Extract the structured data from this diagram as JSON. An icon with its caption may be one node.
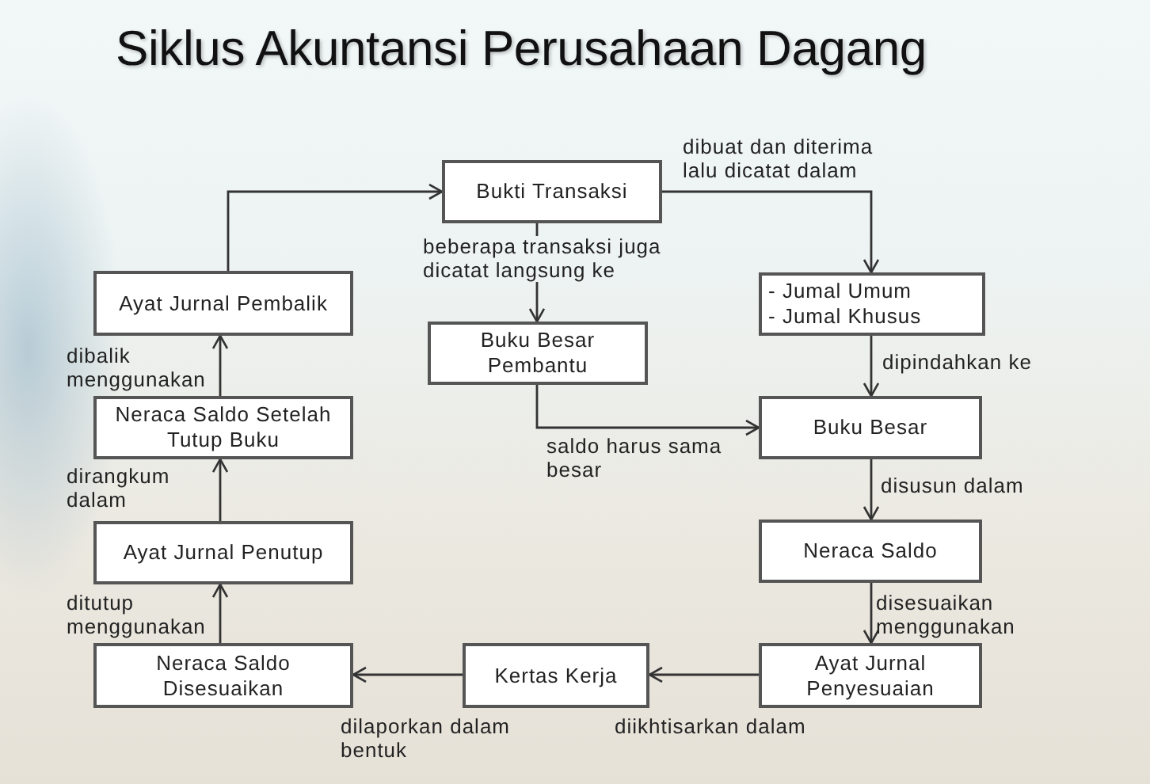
{
  "diagram": {
    "title": "Siklus Akuntansi Perusahaan Dagang",
    "nodes": [
      {
        "text": [
          "Bukti Transaksi"
        ]
      },
      {
        "text": [
          "- Jumal Umum",
          "- Jumal Khusus"
        ]
      },
      {
        "text": [
          "Buku Besar Pembantu"
        ]
      },
      {
        "text": [
          "Buku Besar"
        ]
      },
      {
        "text": [
          "Neraca Saldo"
        ]
      },
      {
        "text": [
          "Ayat Jurnal Penyesuaian"
        ]
      },
      {
        "text": [
          "Kertas Kerja"
        ]
      },
      {
        "text": [
          "Neraca Saldo Disesuaikan"
        ]
      },
      {
        "text": [
          "Ayat Jurnal Penutup"
        ]
      },
      {
        "text": [
          "Neraca Saldo Setelah Tutup Buku"
        ]
      },
      {
        "text": [
          "Ayat Jurnal Pembalik"
        ]
      }
    ],
    "edges": [
      {
        "from": 0,
        "to": 1,
        "arrow": "to",
        "label": "dibuat dan diterima lalu dicatat dalam"
      },
      {
        "from": 0,
        "to": 2,
        "arrow": "to",
        "label": "beberapa transaksi juga dicatat langsung ke"
      },
      {
        "from": 1,
        "to": 3,
        "arrow": "to",
        "label": "dipindahkan ke"
      },
      {
        "from": 2,
        "to": 3,
        "arrow": "to",
        "label": "saldo harus sama besar"
      },
      {
        "from": 3,
        "to": 4,
        "arrow": "to",
        "label": "disusun dalam"
      },
      {
        "from": 4,
        "to": 5,
        "arrow": "to",
        "label": "disesuaikan menggunakan"
      },
      {
        "from": 5,
        "to": 6,
        "arrow": "to",
        "label": "diikhtisarkan dalam"
      },
      {
        "from": 6,
        "to": 7,
        "arrow": "to",
        "label": "dilaporkan dalam bentuk"
      },
      {
        "from": 7,
        "to": 8,
        "arrow": "to",
        "label": "ditutup menggunakan"
      },
      {
        "from": 8,
        "to": 9,
        "arrow": "to",
        "label": "dirangkum dalam"
      },
      {
        "from": 9,
        "to": 10,
        "arrow": "to",
        "label": "dibalik menggunakan"
      },
      {
        "from": 10,
        "to": 0,
        "arrow": "to"
      }
    ]
  }
}
